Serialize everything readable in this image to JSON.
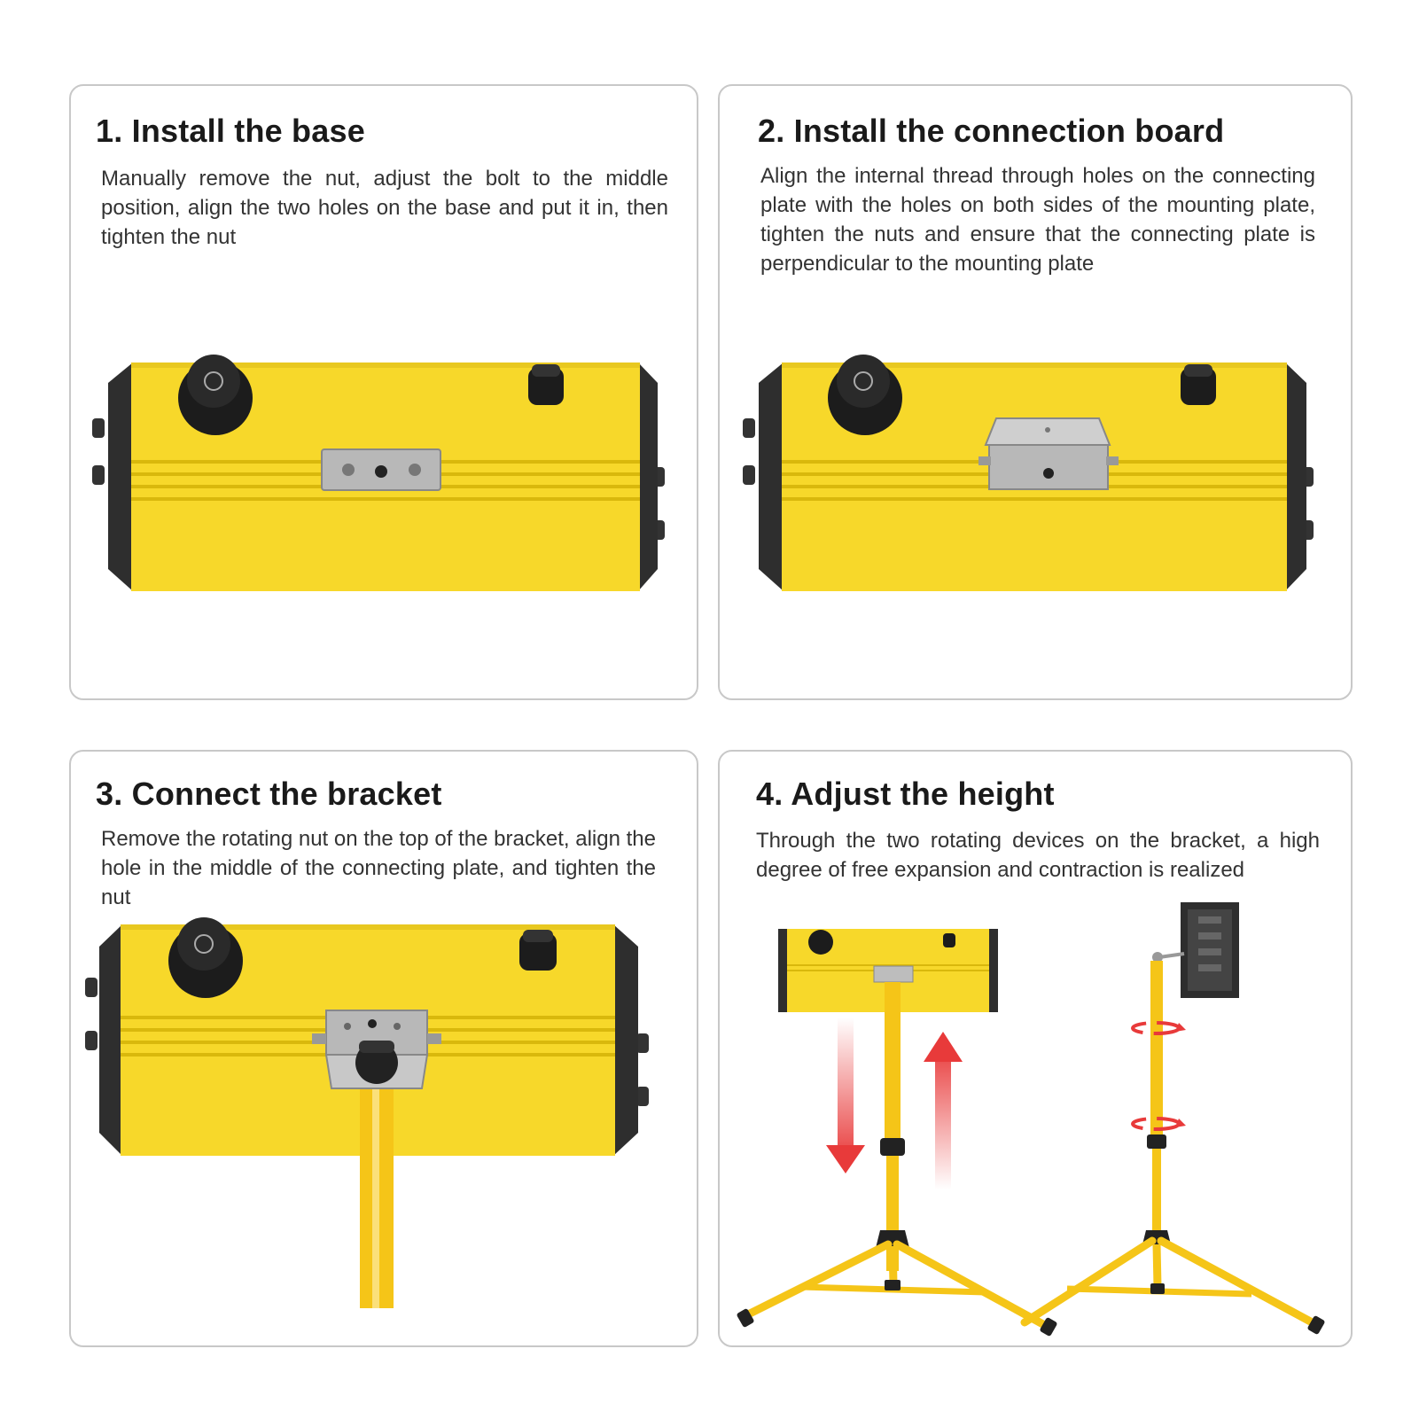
{
  "steps": [
    {
      "title": "1. Install the base",
      "description": "Manually remove the nut, adjust the bolt to the middle position, align the two holes on the base and put it in, then tighten the nut"
    },
    {
      "title": "2. Install the connection board",
      "description": "Align the internal thread through holes on the connecting plate with the holes on both sides of the mounting plate, tighten the nuts and ensure that the connecting plate is perpendicular to the mounting plate"
    },
    {
      "title": "3. Connect the bracket",
      "description": "Remove the rotating nut on the top of the bracket, align the hole in the middle of the connecting plate, and tighten the nut"
    },
    {
      "title": "4. Adjust the height",
      "description": "Through the two rotating devices on the bracket, a high degree of free expansion and contraction is realized"
    }
  ],
  "colors": {
    "device_yellow": "#f7d82a",
    "device_groove": "#d9b80c",
    "end_cap": "#2e2e2e",
    "tripod_yellow": "#f5c518",
    "arrow_red": "#e83a3a",
    "panel_border": "#c8c8c8"
  },
  "icons": [
    "timer-knob-icon",
    "adjust-knob-icon",
    "mounting-plate",
    "tripod-stand",
    "up-arrow-icon",
    "down-arrow-icon",
    "rotate-arrow-icon"
  ]
}
